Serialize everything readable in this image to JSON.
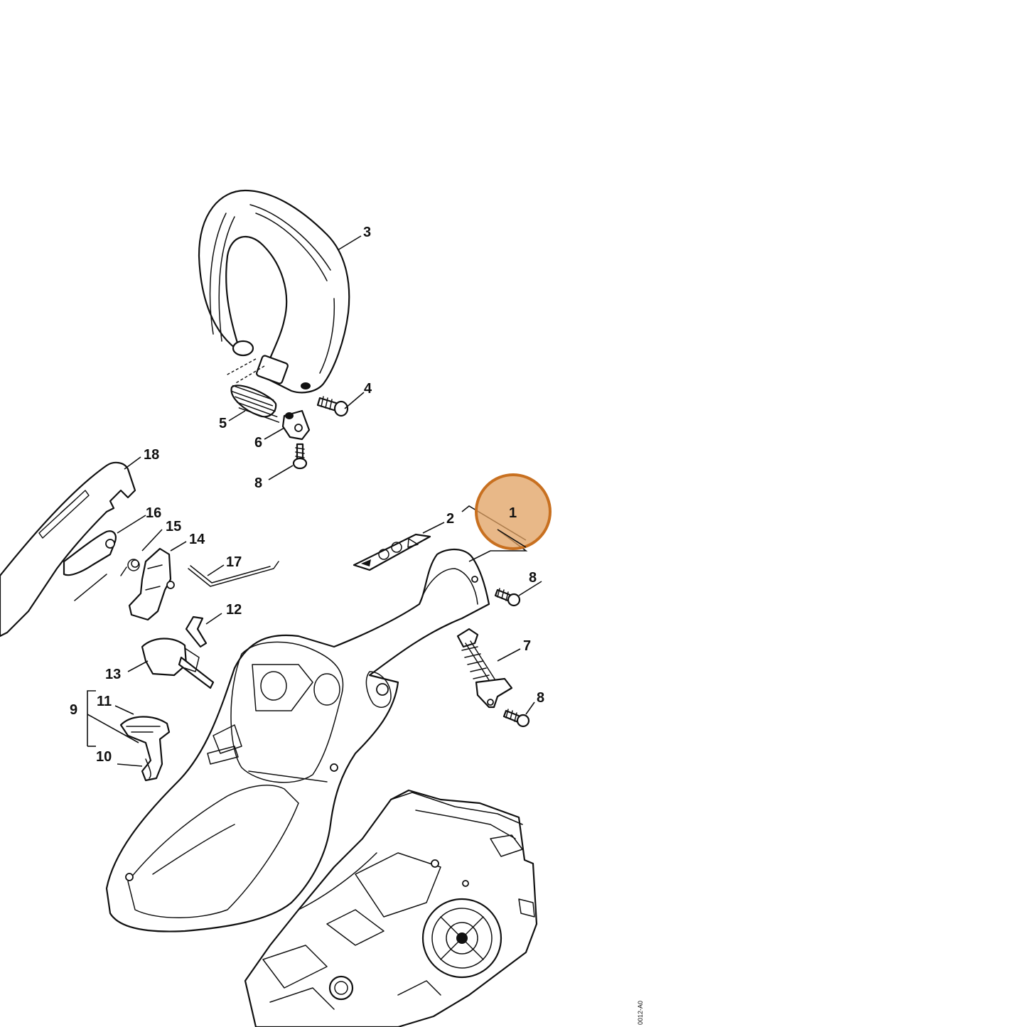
{
  "diagram": {
    "highlight_color": "#e0a060",
    "highlight_border_color": "#c87020",
    "callouts": {
      "c1": "1",
      "c2": "2",
      "c3": "3",
      "c4": "4",
      "c5": "5",
      "c6": "6",
      "c7": "7",
      "c8a": "8",
      "c8b": "8",
      "c8c": "8",
      "c9": "9",
      "c10": "10",
      "c11": "11",
      "c12": "12",
      "c13": "13",
      "c14": "14",
      "c15": "15",
      "c16": "16",
      "c17": "17",
      "c18": "18"
    },
    "reference_code": "0012-A0"
  }
}
